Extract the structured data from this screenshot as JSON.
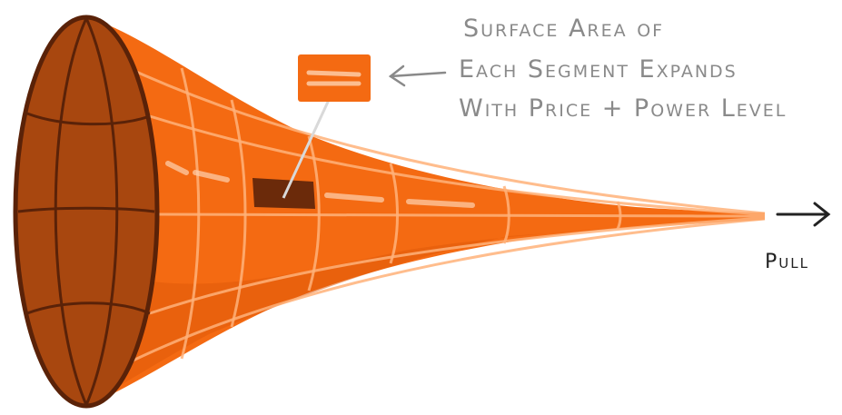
{
  "annotation": {
    "lines": [
      "Surface Area of",
      "Each Segment Expands",
      "With Price + Power Level"
    ]
  },
  "pull_label": "Pull",
  "colors": {
    "funnel_orange": "#f46a12",
    "funnel_dark": "#8a3a0c",
    "rim_dark": "#5a2208",
    "segment_highlight": "#6b2a0a",
    "gridline": "#ffb27a",
    "ink": "#222222",
    "annotation_ink": "#8a8a8a"
  },
  "icons": {
    "arrow_to_segment": "left-arrow-icon",
    "pull_arrow": "right-arrow-icon"
  }
}
